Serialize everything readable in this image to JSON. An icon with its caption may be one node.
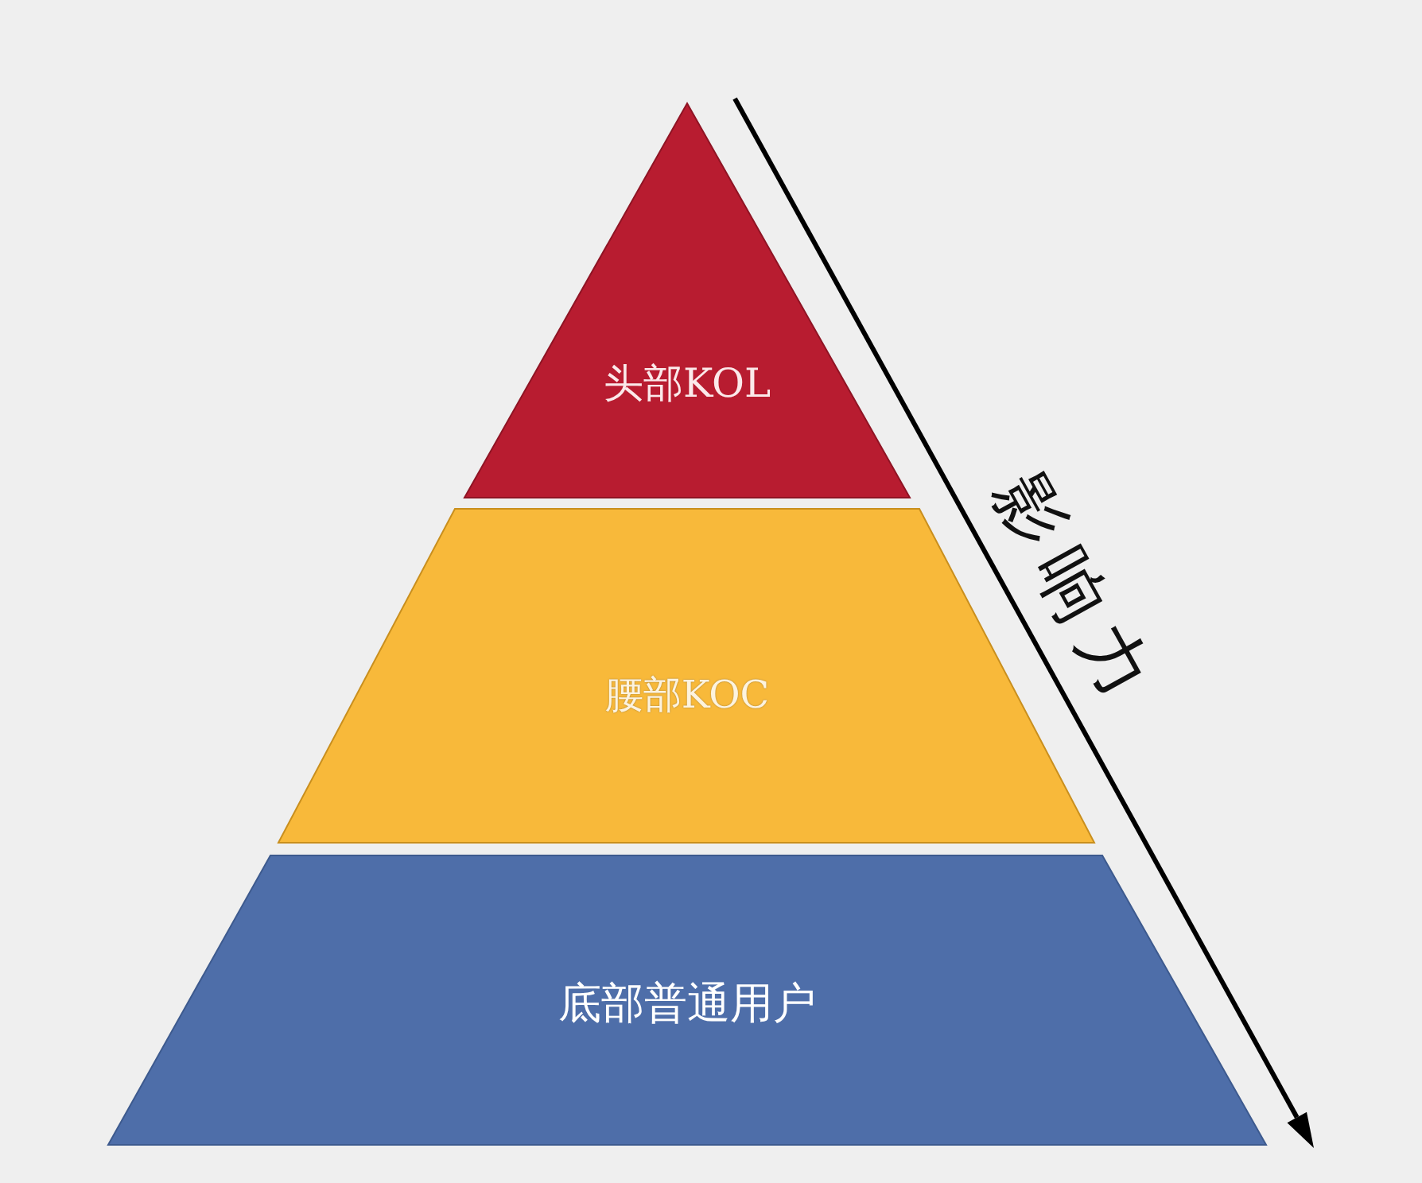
{
  "diagram": {
    "nodes": [
      {
        "text": [
          "头部KOL"
        ]
      },
      {
        "text": [
          "腰部KOC"
        ]
      },
      {
        "text": [
          "底部普通用户"
        ]
      }
    ],
    "labels": [
      "影响力"
    ]
  }
}
